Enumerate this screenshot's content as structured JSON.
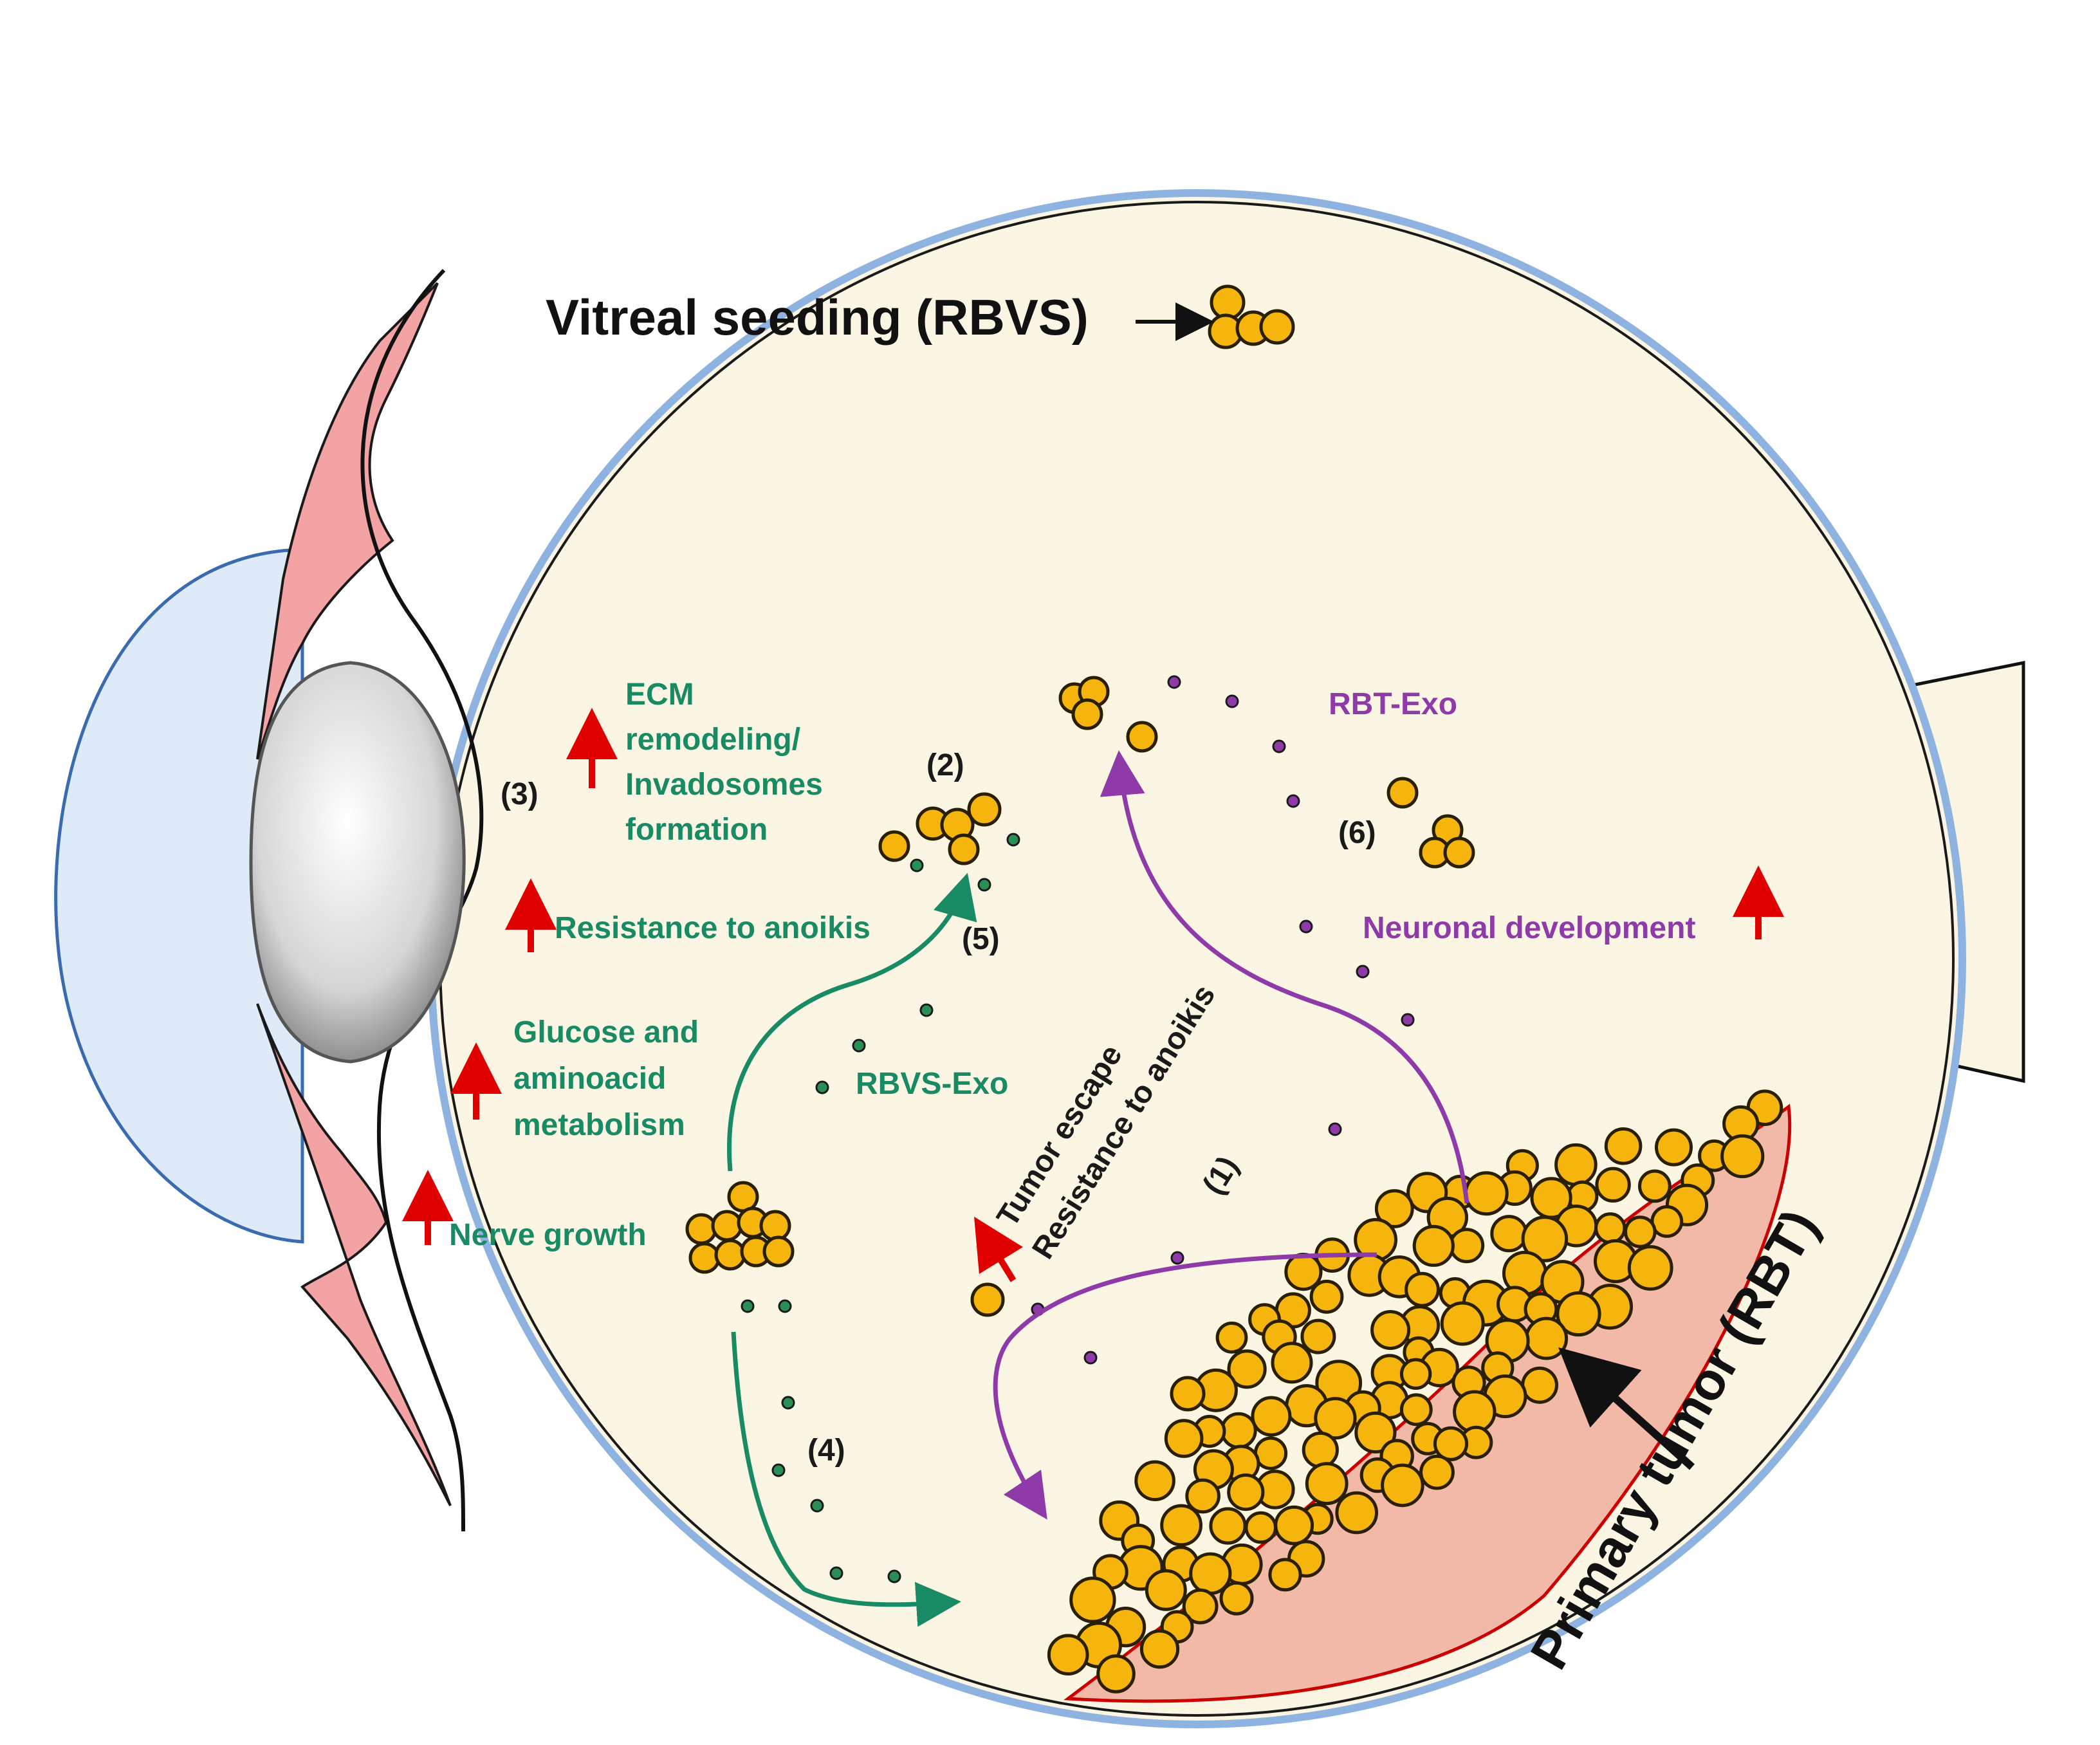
{
  "labels": {
    "vitreal_seeding": "Vitreal  seeding (RBVS)",
    "primary_tumor": "Primary tumor (RBT)",
    "rbt_exo": "RBT-Exo",
    "rbvs_exo": "RBVS-Exo",
    "ecm_line1": "ECM",
    "ecm_line2": "remodeling/",
    "ecm_line3": "Invadosomes",
    "ecm_line4": "formation",
    "resistance_anoikis": "Resistance  to anoikis",
    "glucose_line1": "Glucose  and",
    "glucose_line2": "aminoacid",
    "glucose_line3": "metabolism",
    "nerve_growth": "Nerve growth",
    "neuronal_development": "Neuronal development",
    "tumor_escape": "Tumor escape",
    "resistance_anoikis_rotated": "Resistance  to anoikis",
    "step1": "(1)",
    "step2": "(2)",
    "step3": "(3)",
    "step4": "(4)",
    "step5": "(5)",
    "step6": "(6)"
  },
  "colors": {
    "vitreous": "#fbf6e3",
    "sclera_border": "#8fb3e0",
    "cornea": "#dfeaf9",
    "lens": "#d9d9d9",
    "ciliary": "#f3a3a3",
    "cell": "#f5b50d",
    "green_text": "#188a64",
    "purple_text": "#8e3aa8",
    "up_arrow": "#e00000"
  }
}
